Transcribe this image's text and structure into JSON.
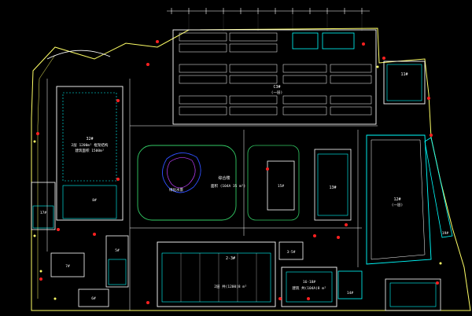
{
  "drawing": {
    "labels": {
      "top_block": "C3#",
      "top_block_sub": "(一层)",
      "left_block": "32#",
      "left_block_note1": "2层 1200m² 框架结构",
      "left_block_note2": "建筑面积 1500m²",
      "left_small": "8#",
      "center_garden": "绿化水景",
      "center_area_title": "综合楼",
      "center_area_dims": "面积 (104A 35 m²)",
      "center_water": "绿化水景",
      "right_mid": "13#",
      "right_large": "12#",
      "right_large_sub": "(一层)",
      "top_right": "11#",
      "mid_block": "15#",
      "bottom_center": "2-3#",
      "bottom_center_note": "2层 共(1200)8 m²",
      "bottom_small": "3-5#",
      "bottom_right": "16-18#",
      "bottom_right_note": "建筑 共(104A)8 m²",
      "far_right_bottom": "14#",
      "bottom_left1": "7#",
      "bottom_left2": "5#",
      "bottom_left3": "6#",
      "bottom_corner": "17#",
      "right_edge": "19#"
    },
    "colors": {
      "background": "#000000",
      "outline": "#ffffff",
      "boundary": "#ffff66",
      "cyan": "#00ffff",
      "green": "#33cc66",
      "red": "#ff2020",
      "magenta": "#c040ff",
      "blue": "#3050ff"
    }
  }
}
